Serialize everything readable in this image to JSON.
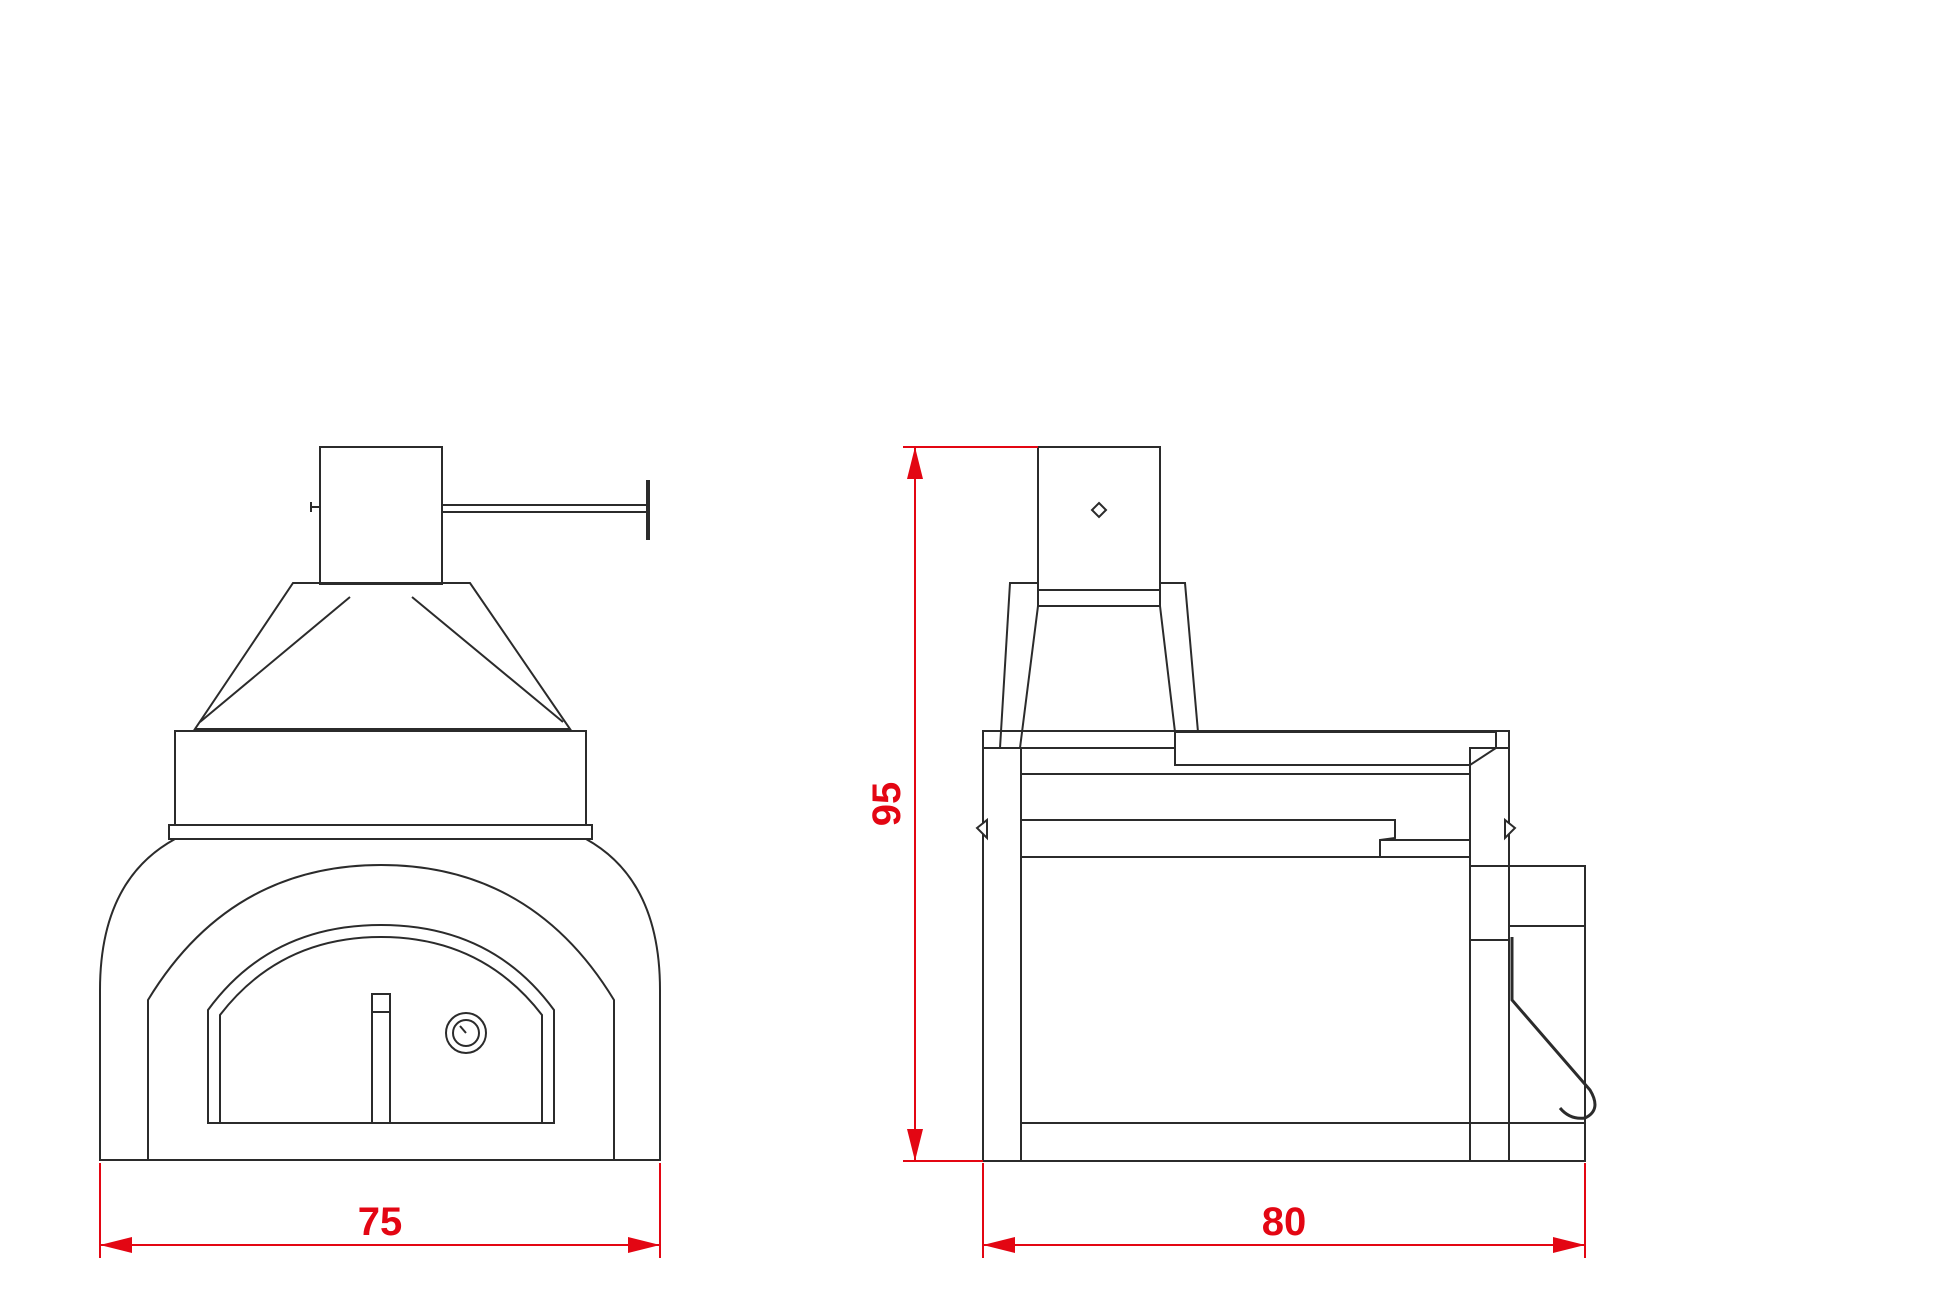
{
  "colors": {
    "line": "#2b2b2b",
    "dimension": "#e30613",
    "background": "#ffffff"
  },
  "dimensions": {
    "front_width": "75",
    "side_depth": "80",
    "side_height": "95"
  }
}
